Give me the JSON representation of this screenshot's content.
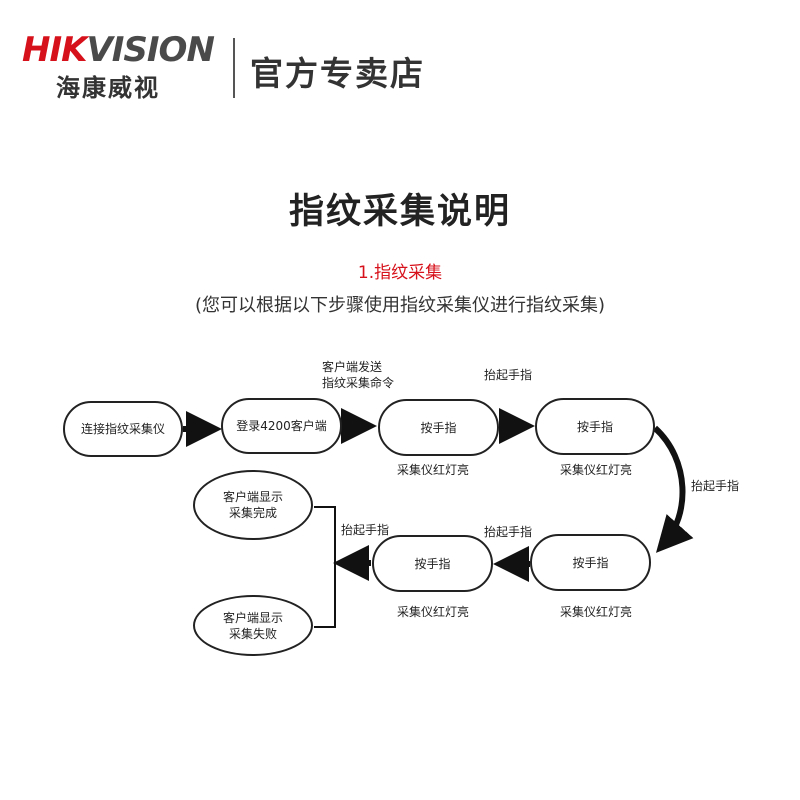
{
  "header": {
    "brand_en_red": "HIK",
    "brand_en_gray": "VISION",
    "brand_cn": "海康威视",
    "store_name": "官方专卖店"
  },
  "title": "指纹采集说明",
  "subtitle": "1.指纹采集",
  "note": "(您可以根据以下步骤使用指纹采集仪进行指纹采集)",
  "flow": {
    "connect": "连接指纹采集仪",
    "login": "登录4200客户端",
    "press1": "按手指",
    "press2": "按手指",
    "press3": "按手指",
    "press4": "按手指",
    "done_line1": "客户端显示",
    "done_line2": "采集完成",
    "fail_line1": "客户端显示",
    "fail_line2": "采集失败",
    "send_cmd_line1": "客户端发送",
    "send_cmd_line2": "指纹采集命令",
    "lift_top": "抬起手指",
    "lift_right": "抬起手指",
    "lift_mid": "抬起手指",
    "lift_left": "抬起手指",
    "red_light_1": "采集仪红灯亮",
    "red_light_2": "采集仪红灯亮",
    "red_light_3": "采集仪红灯亮",
    "red_light_4": "采集仪红灯亮"
  },
  "colors": {
    "brand_red": "#d7111b",
    "text_dark": "#222222"
  }
}
